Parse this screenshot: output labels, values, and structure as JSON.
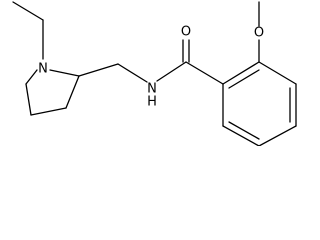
{
  "molecule": {
    "atom_labels": {
      "n_ring": "N",
      "n_amide": "N",
      "h_amide": "H",
      "o_carbonyl": "O",
      "o_methoxy": "O"
    },
    "colors": {
      "bond": "#000000",
      "text": "#000000",
      "background": "#ffffff"
    }
  }
}
